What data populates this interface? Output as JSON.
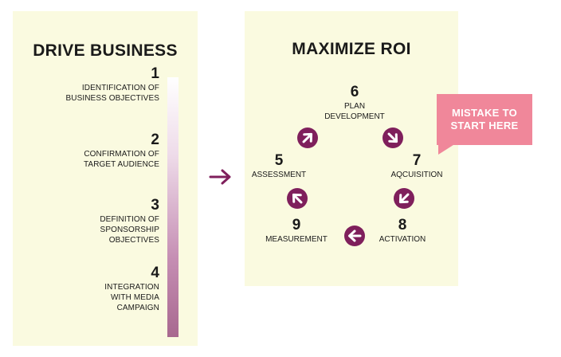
{
  "left_panel": {
    "title": "DRIVE BUSINESS",
    "steps": [
      {
        "number": "1",
        "text": "IDENTIFICATION OF\nBUSINESS OBJECTIVES"
      },
      {
        "number": "2",
        "text": "CONFIRMATION OF\nTARGET AUDIENCE"
      },
      {
        "number": "3",
        "text": "DEFINITION OF\nSPONSORSHIP\nOBJECTIVES"
      },
      {
        "number": "4",
        "text": "INTEGRATION\nWITH MEDIA\nCAMPAIGN"
      }
    ]
  },
  "right_panel": {
    "title": "MAXIMIZE ROI",
    "steps": [
      {
        "number": "5",
        "text": "ASSESSMENT"
      },
      {
        "number": "6",
        "text": "PLAN\nDEVELOPMENT"
      },
      {
        "number": "7",
        "text": "AQCUISITION"
      },
      {
        "number": "8",
        "text": "ACTIVATION"
      },
      {
        "number": "9",
        "text": "MEASUREMENT"
      }
    ]
  },
  "callout": {
    "text": "MISTAKE TO\nSTART HERE"
  },
  "colors": {
    "panel_bg": "#fafae0",
    "accent_purple": "#7f1f5c",
    "callout_pink": "#f0879a",
    "gradient_end": "#a8688f"
  },
  "icons": {
    "flow_arrow": "arrow-right-icon",
    "cycle_arrow": "circle-arrow-icon"
  }
}
